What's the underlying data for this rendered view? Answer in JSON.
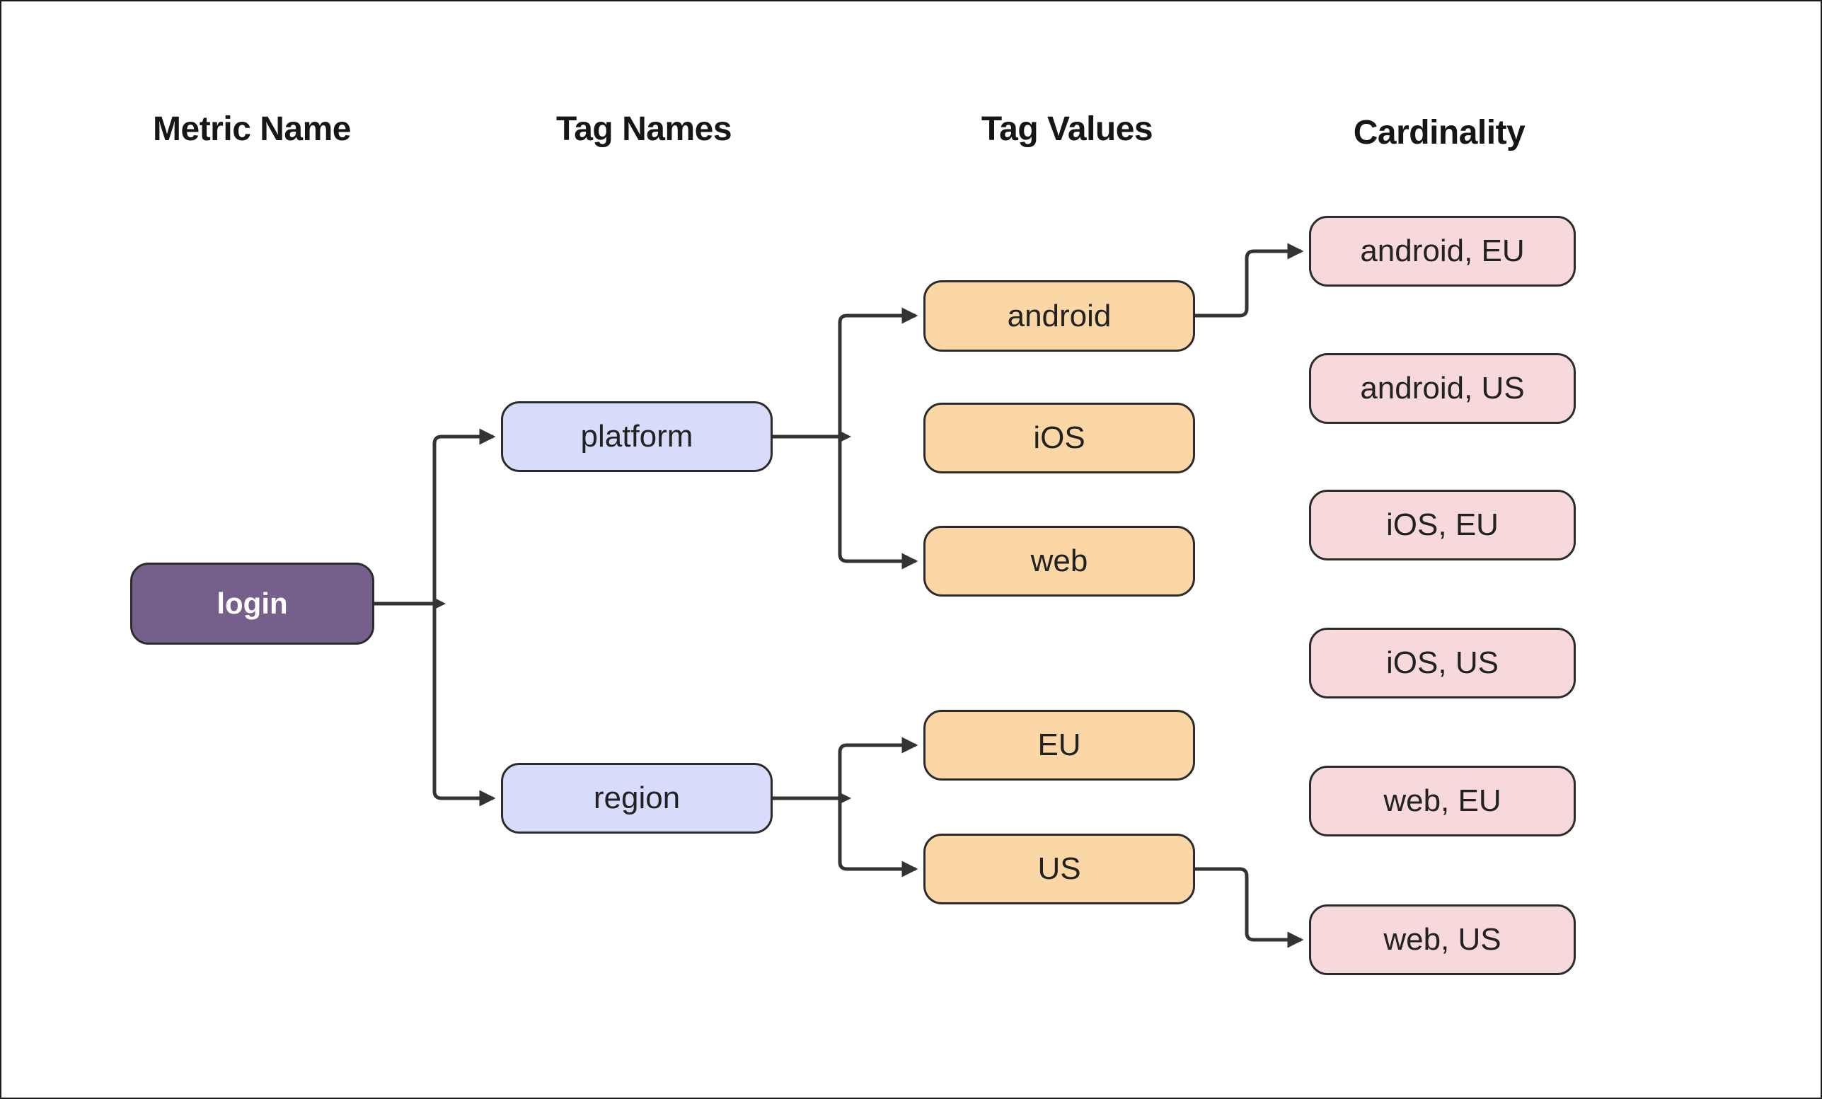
{
  "columns": {
    "metric_name": {
      "title": "Metric Name"
    },
    "tag_names": {
      "title": "Tag Names"
    },
    "tag_values": {
      "title": "Tag Values"
    },
    "cardinality": {
      "title": "Cardinality"
    }
  },
  "nodes": {
    "login": {
      "label": "login",
      "type": "metric-name"
    },
    "platform": {
      "label": "platform",
      "type": "tag-name"
    },
    "region": {
      "label": "region",
      "type": "tag-name"
    },
    "android": {
      "label": "android",
      "type": "tag-value"
    },
    "ios": {
      "label": "iOS",
      "type": "tag-value"
    },
    "web": {
      "label": "web",
      "type": "tag-value"
    },
    "eu": {
      "label": "EU",
      "type": "tag-value"
    },
    "us": {
      "label": "US",
      "type": "tag-value"
    },
    "android_eu": {
      "label": "android, EU",
      "type": "cardinality"
    },
    "android_us": {
      "label": "android, US",
      "type": "cardinality"
    },
    "ios_eu": {
      "label": "iOS, EU",
      "type": "cardinality"
    },
    "ios_us": {
      "label": "iOS, US",
      "type": "cardinality"
    },
    "web_eu": {
      "label": "web, EU",
      "type": "cardinality"
    },
    "web_us": {
      "label": "web, US",
      "type": "cardinality"
    }
  },
  "edges": [
    {
      "from": "login",
      "to": "platform"
    },
    {
      "from": "login",
      "to": "region"
    },
    {
      "from": "platform",
      "to": "android"
    },
    {
      "from": "platform",
      "to": "web"
    },
    {
      "from": "android",
      "to": "android_eu"
    },
    {
      "from": "region",
      "to": "eu"
    },
    {
      "from": "region",
      "to": "us"
    },
    {
      "from": "us",
      "to": "web_us"
    }
  ],
  "colors": {
    "metric_fill": "#75608c",
    "metric_text": "#ffffff",
    "tag_name_fill": "#d7dcfa",
    "tag_value_fill": "#fad7a5",
    "cardinality_fill": "#f7d9db",
    "node_border": "#2b2b2b",
    "connector": "#333333",
    "heading_text": "#161616",
    "background": "#ffffff"
  }
}
